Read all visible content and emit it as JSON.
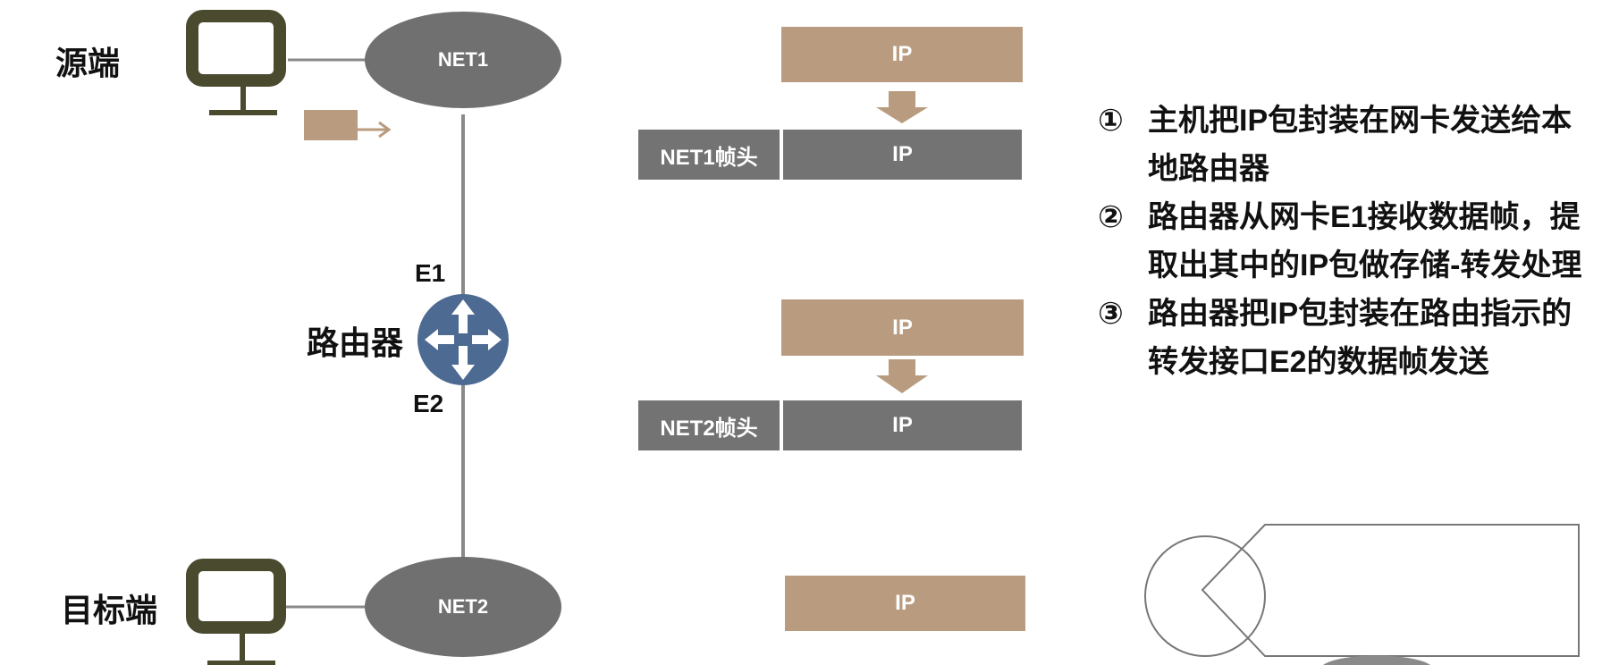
{
  "source_label": "源端",
  "target_label": "目标端",
  "net1_label": "NET1",
  "net2_label": "NET2",
  "router_label": "路由器",
  "port_e1": "E1",
  "port_e2": "E2",
  "ip_label": "IP",
  "net1_header": "NET1帧头",
  "net2_header": "NET2帧头",
  "notes": [
    {
      "num": "①",
      "text": "主机把IP包封装在网卡发送给本地路由器"
    },
    {
      "num": "②",
      "text": "路由器从网卡E1接收数据帧，提取出其中的IP包做存储-转发处理"
    },
    {
      "num": "③",
      "text": "路由器把IP包封装在路由指示的转发接口E2的数据帧发送"
    }
  ],
  "colors": {
    "ellipse_gray": "#707070",
    "monitor_olive": "#4a4a2e",
    "tan": "#b99c80",
    "dark_gray_bar": "#737373",
    "router_blue": "#4d6a93",
    "link_gray": "#8a8a8a"
  }
}
